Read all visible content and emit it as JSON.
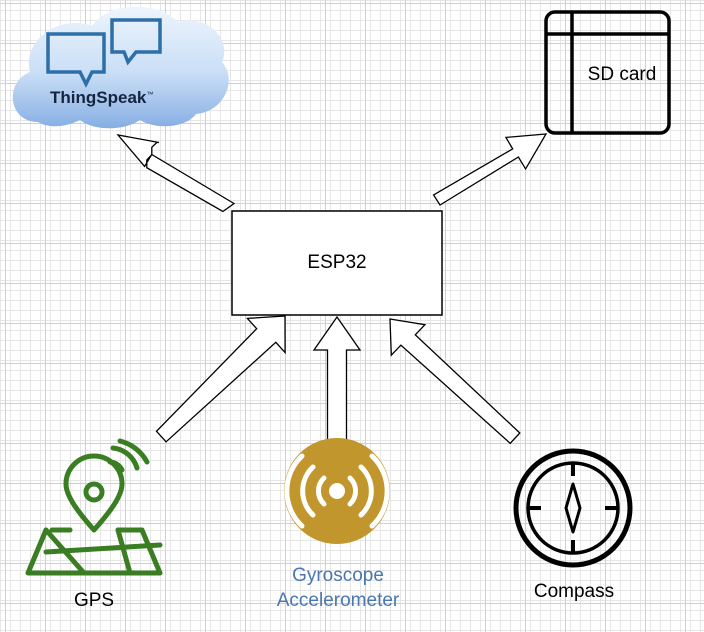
{
  "nodes": {
    "esp32": "ESP32",
    "sd_card": "SD card",
    "thingspeak": "ThingSpeak",
    "thingspeak_tm": "™",
    "gps": "GPS",
    "gyro_line1": "Gyroscope",
    "gyro_line2": "Accelerometer",
    "compass": "Compass"
  },
  "colors": {
    "gps": "#3a7d23",
    "gyro": "#c1962c",
    "gyro_label": "#4a77b0",
    "cloud_top": "#e2eefb",
    "cloud_bottom": "#8fb6e6",
    "chat_icon": "#2d6fa8"
  },
  "icons": {
    "thingspeak": "cloud-chat-icon",
    "sd_card": "sd-card-icon",
    "gps": "map-pin-signal-icon",
    "gyro": "signal-waves-icon",
    "compass": "compass-icon"
  }
}
